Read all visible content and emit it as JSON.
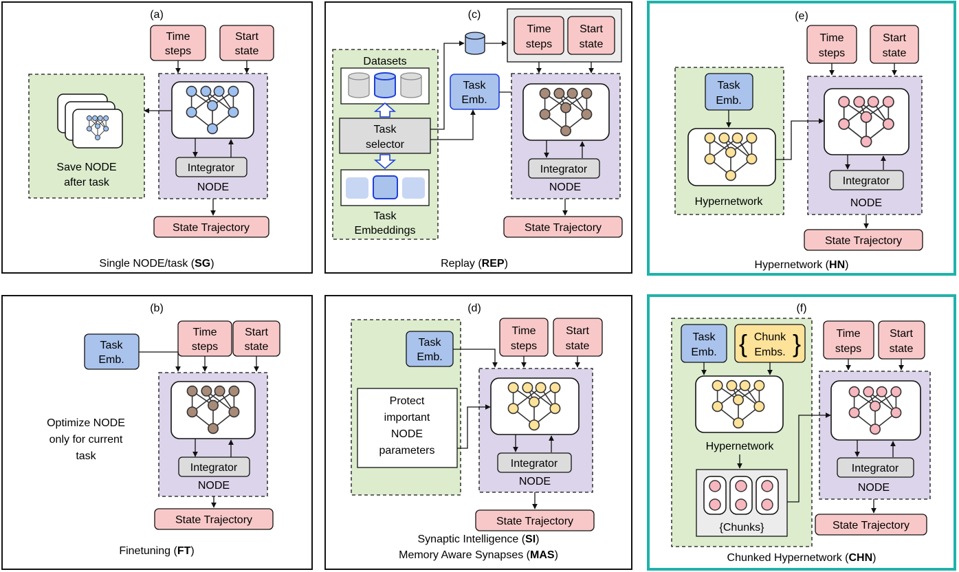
{
  "panels": {
    "a": {
      "letter": "(a)",
      "time_steps": [
        "Time",
        "steps"
      ],
      "start_state": [
        "Start",
        "state"
      ],
      "save_text": [
        "Save NODE",
        "after task"
      ],
      "integrator": "Integrator",
      "node_label": "NODE",
      "output": "State Trajectory",
      "caption": {
        "prefix": "Single NODE/task (",
        "abbr": "SG",
        "suffix": ")"
      }
    },
    "b": {
      "letter": "(b)",
      "task_emb": [
        "Task",
        "Emb."
      ],
      "time_steps": [
        "Time",
        "steps"
      ],
      "start_state": [
        "Start",
        "state"
      ],
      "optimize_text": [
        "Optimize NODE",
        "only for current",
        "task"
      ],
      "integrator": "Integrator",
      "node_label": "NODE",
      "output": "State Trajectory",
      "caption": {
        "prefix": "Finetuning (",
        "abbr": "FT",
        "suffix": ")"
      }
    },
    "c": {
      "letter": "(c)",
      "datasets": "Datasets",
      "task_selector": [
        "Task",
        "selector"
      ],
      "task_embeddings": [
        "Task",
        "Embeddings"
      ],
      "task_emb": [
        "Task",
        "Emb."
      ],
      "time_steps": [
        "Time",
        "steps"
      ],
      "start_state": [
        "Start",
        "state"
      ],
      "integrator": "Integrator",
      "node_label": "NODE",
      "output": "State Trajectory",
      "caption": {
        "prefix": "Replay (",
        "abbr": "REP",
        "suffix": ")"
      }
    },
    "d": {
      "letter": "(d)",
      "task_emb": [
        "Task",
        "Emb."
      ],
      "time_steps": [
        "Time",
        "steps"
      ],
      "start_state": [
        "Start",
        "state"
      ],
      "protect_text": [
        "Protect",
        "important",
        "NODE",
        "parameters"
      ],
      "integrator": "Integrator",
      "node_label": "NODE",
      "output": "State Trajectory",
      "caption1": {
        "prefix": "Synaptic Intelligence (",
        "abbr": "SI",
        "suffix": ")"
      },
      "caption2": {
        "prefix": "Memory Aware Synapses (",
        "abbr": "MAS",
        "suffix": ")"
      }
    },
    "e": {
      "letter": "(e)",
      "task_emb": [
        "Task",
        "Emb."
      ],
      "time_steps": [
        "Time",
        "steps"
      ],
      "start_state": [
        "Start",
        "state"
      ],
      "hypernetwork": "Hypernetwork",
      "integrator": "Integrator",
      "node_label": "NODE",
      "output": "State Trajectory",
      "caption": {
        "prefix": "Hypernetwork (",
        "abbr": "HN",
        "suffix": ")"
      }
    },
    "f": {
      "letter": "(f)",
      "task_emb": [
        "Task",
        "Emb."
      ],
      "chunk_embs": [
        "Chunk",
        "Embs."
      ],
      "hypernetwork": "Hypernetwork",
      "chunks": "{Chunks}",
      "time_steps": [
        "Time",
        "steps"
      ],
      "start_state": [
        "Start",
        "state"
      ],
      "integrator": "Integrator",
      "node_label": "NODE",
      "output": "State Trajectory",
      "caption": {
        "prefix": "Chunked Hypernetwork (",
        "abbr": "CHN",
        "suffix": ")"
      }
    }
  },
  "colors": {
    "pink": "#f8c8c8",
    "blue": "#a9c3ec",
    "yellow": "#fde29a",
    "green": "#dceccd",
    "purple": "#dcd4ea",
    "gray": "#dcdcdc",
    "teal": "#20b2aa",
    "node_blue": "#9fc1f0",
    "node_brown": "#a78b78",
    "node_yellow": "#fde29a",
    "node_pink": "#f7b7bf",
    "accent_blue": "#1f3fd6"
  }
}
